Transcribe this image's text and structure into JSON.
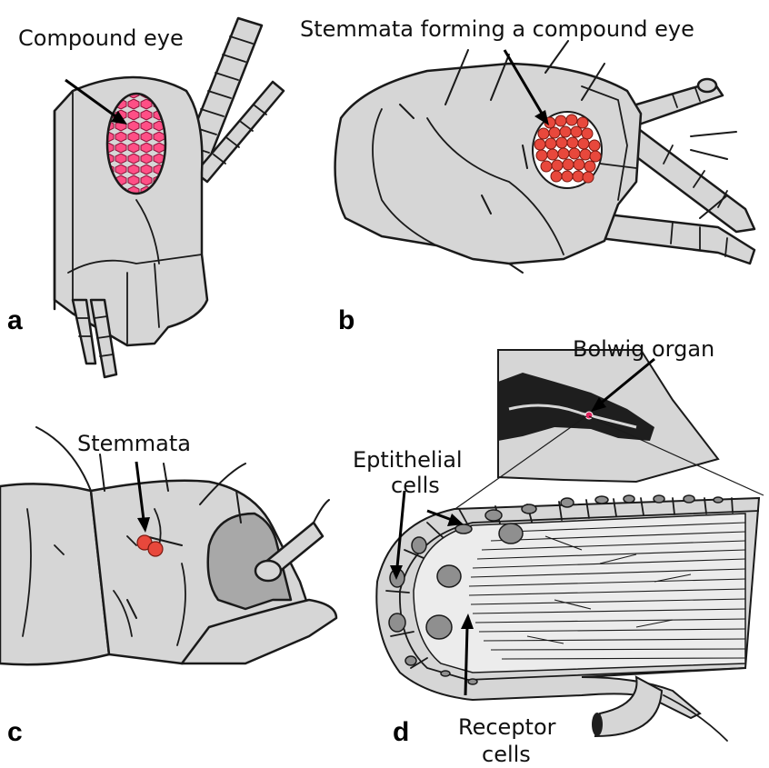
{
  "labels": {
    "a": "Compound eye",
    "b": "Stemmata forming a compound eye",
    "c": "Stemmata",
    "d_top": "Bolwig organ",
    "d_epith_1": "Eptithelial",
    "d_epith_2": "cells",
    "d_recept_1": "Receptor",
    "d_recept_2": "cells"
  },
  "panels": {
    "a": "a",
    "b": "b",
    "c": "c",
    "d": "d"
  },
  "colors": {
    "body": "#d6d6d6",
    "outline": "#1a1a1a",
    "eye": "#e0245e",
    "stemma": "#e8483c",
    "dark_tissue": "#1e1e1e",
    "nucleus": "#8f8f8f"
  }
}
